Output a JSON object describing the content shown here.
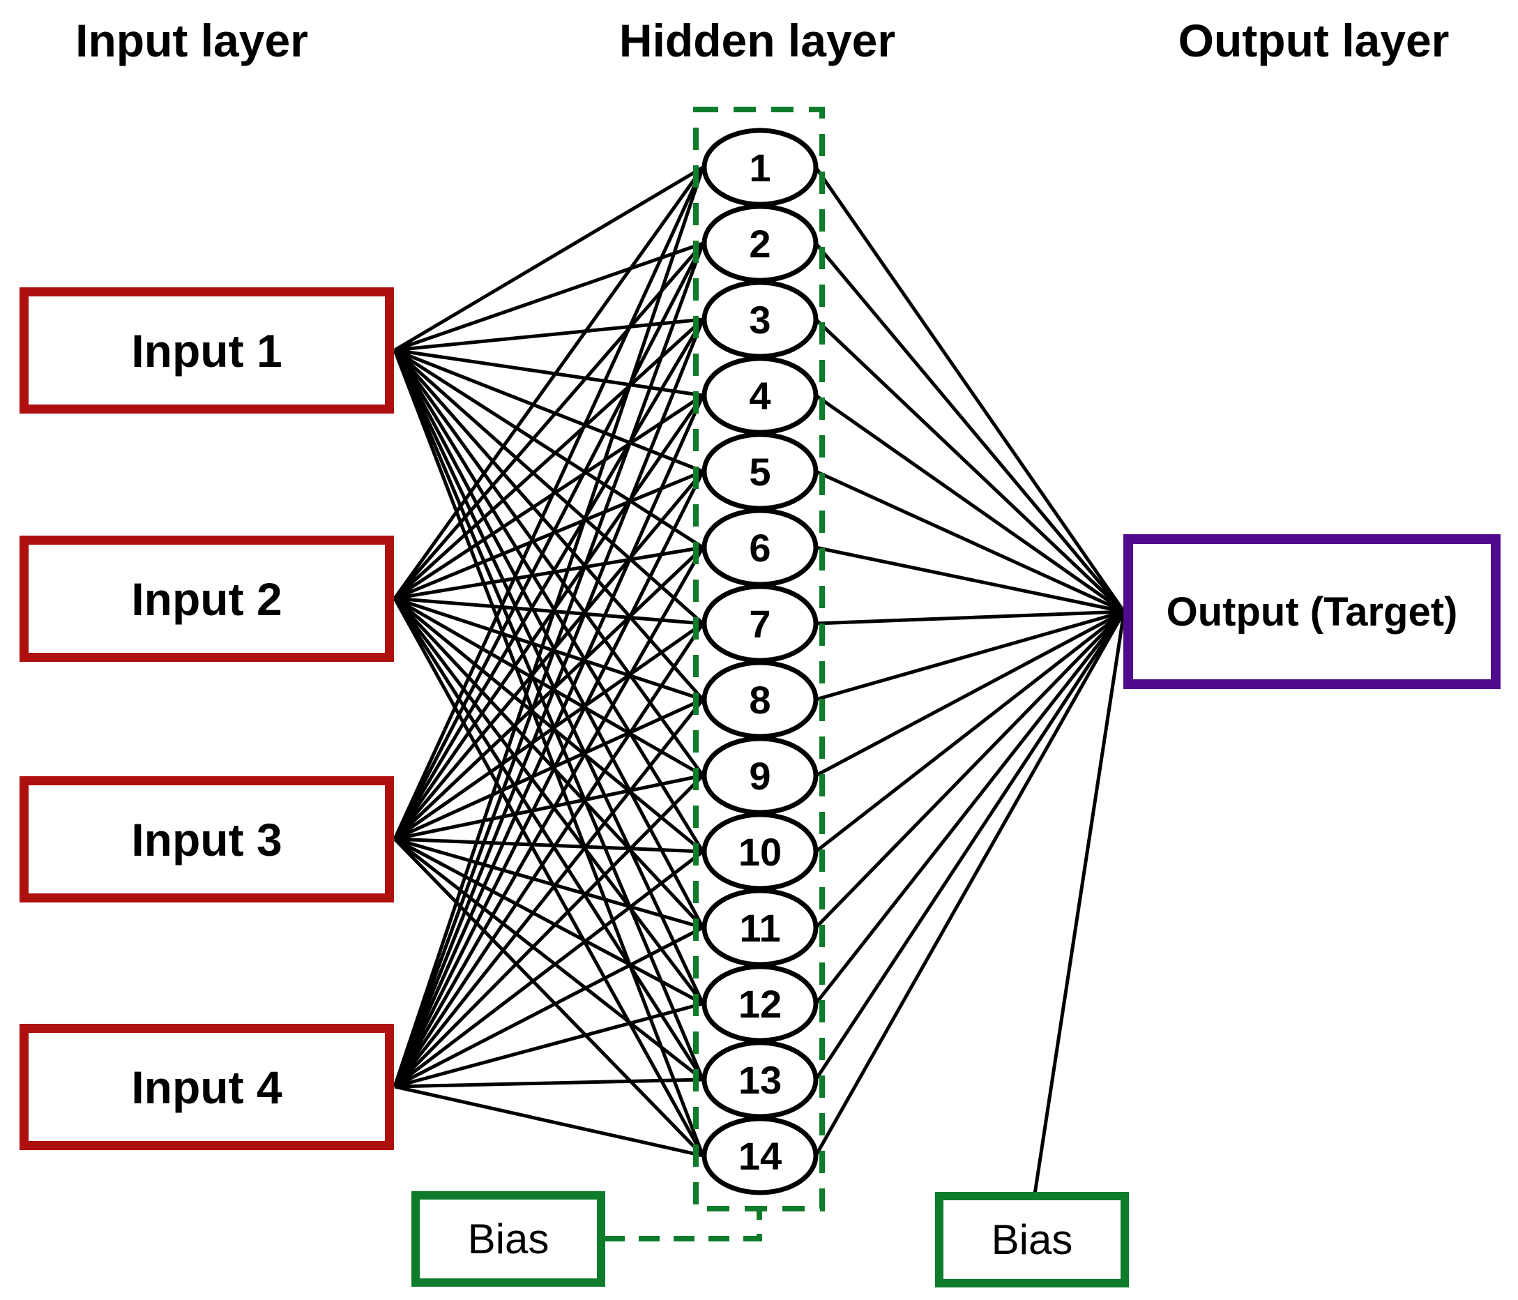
{
  "headers": {
    "input": "Input layer",
    "hidden": "Hidden layer",
    "output": "Output layer"
  },
  "inputs": [
    {
      "label": "Input 1"
    },
    {
      "label": "Input 2"
    },
    {
      "label": "Input 3"
    },
    {
      "label": "Input 4"
    }
  ],
  "hidden": {
    "nodes": [
      "1",
      "2",
      "3",
      "4",
      "5",
      "6",
      "7",
      "8",
      "9",
      "10",
      "11",
      "12",
      "13",
      "14"
    ]
  },
  "output": {
    "label": "Output (Target)"
  },
  "bias_hidden": {
    "label": "Bias"
  },
  "bias_output": {
    "label": "Bias"
  },
  "colors": {
    "input_border": "#AE0F0F",
    "output_border": "#4F0B8C",
    "bias_border": "#0E7C2A",
    "hidden_boundary": "#0E7C2A",
    "connection": "#000000",
    "node_stroke": "#000000",
    "node_fill": "#FFFFFF",
    "background": "#FFFFFF"
  }
}
